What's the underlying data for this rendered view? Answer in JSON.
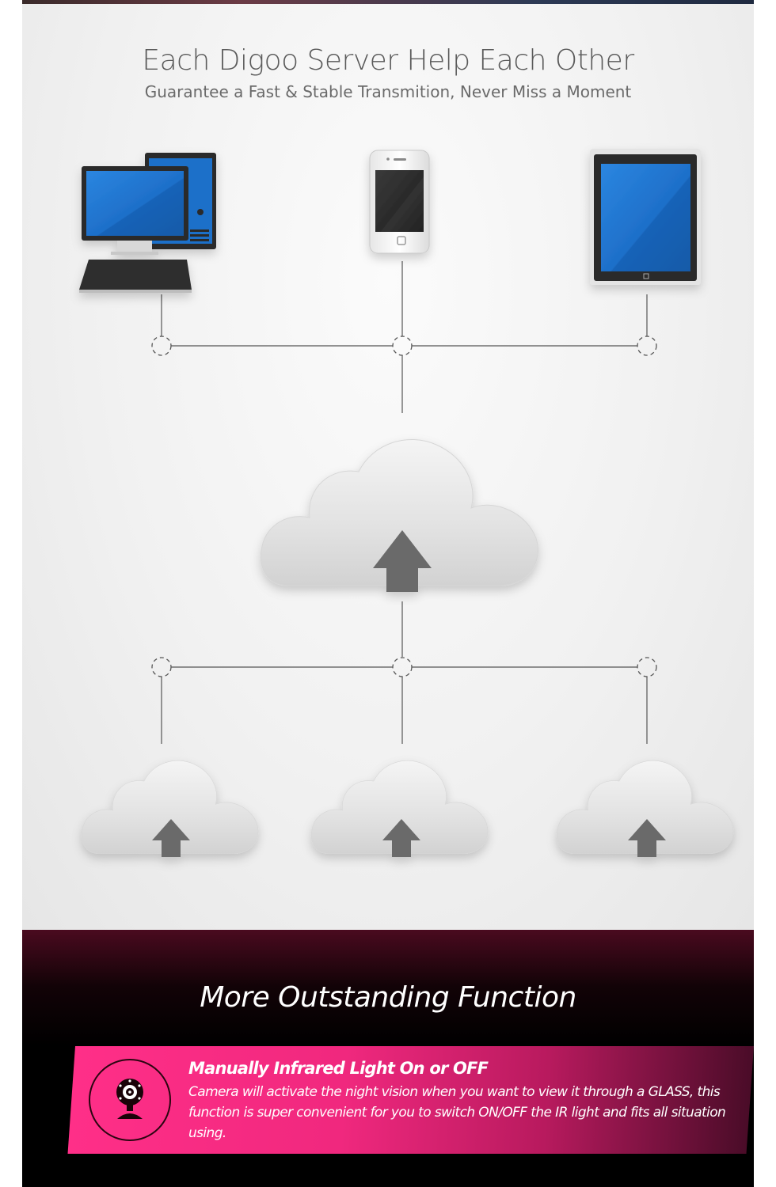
{
  "header": {
    "title": "Each Digoo Server Help Each Other",
    "subtitle": "Guarantee a Fast & Stable Transmition, Never Miss a Moment"
  },
  "diagram": {
    "devices": [
      {
        "icon": "desktop-computer-icon"
      },
      {
        "icon": "smartphone-icon"
      },
      {
        "icon": "tablet-icon"
      }
    ],
    "main_cloud": {
      "icon": "cloud-upload-icon"
    },
    "server_clouds": [
      {
        "icon": "cloud-upload-icon"
      },
      {
        "icon": "cloud-upload-icon"
      },
      {
        "icon": "cloud-upload-icon"
      }
    ],
    "colors": {
      "screen_blue": "#1e6fc9",
      "connector_line": "#555555",
      "arrow_gray": "#6a6a6a"
    }
  },
  "features": {
    "section_title": "More Outstanding Function",
    "items": [
      {
        "icon": "webcam-icon",
        "title": "Manually Infrared Light On or OFF",
        "text": "Camera will activate the night vision when you want to view it through a GLASS, this function is super convenient for you to switch ON/OFF the IR light and fits all situation using."
      }
    ],
    "accent_color": "#ff2f88"
  }
}
